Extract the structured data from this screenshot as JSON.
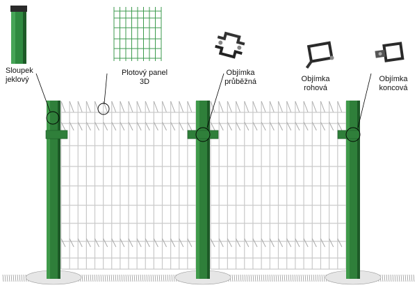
{
  "labels": {
    "post": [
      "Sloupek",
      "jeklový"
    ],
    "panel": [
      "Plotový panel",
      "3D"
    ],
    "clamp_through": [
      "Objímka",
      "průběžná"
    ],
    "clamp_corner": [
      "Objímka",
      "rohová"
    ],
    "clamp_end": [
      "Objímka",
      "koncová"
    ]
  },
  "colors": {
    "post_green": "#2f7f3a",
    "post_dark": "#1d5a27",
    "mesh": "#c9c9c9",
    "mesh_dark": "#a9a9a9",
    "ground": "#8a8a8a",
    "base": "#e6e6e6",
    "leader": "#000000"
  },
  "icons": {
    "post_product": "square-post-icon",
    "panel_product": "mesh-panel-icon",
    "clamp_through_product": "through-clamp-icon",
    "clamp_corner_product": "corner-clamp-icon",
    "clamp_end_product": "end-clamp-icon"
  }
}
